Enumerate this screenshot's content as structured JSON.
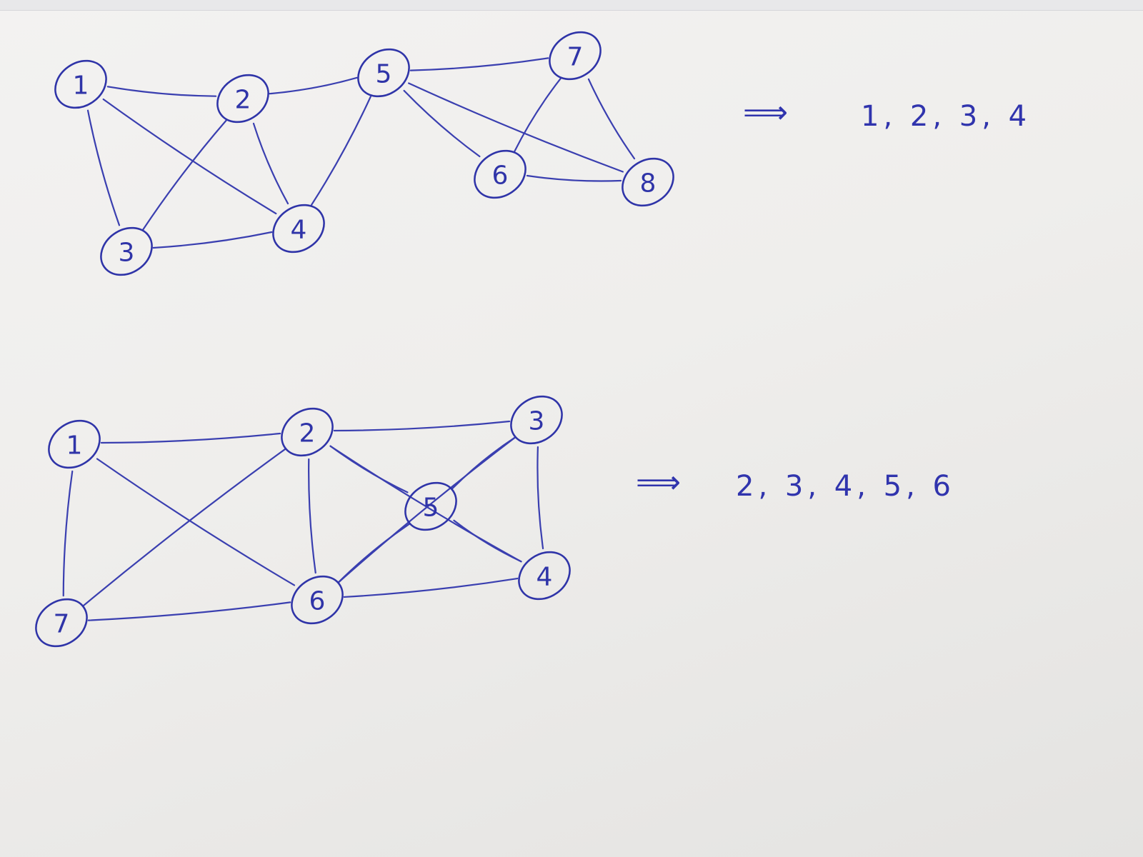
{
  "colors": {
    "ink": "#3034ad",
    "paper": "#f1f0ee"
  },
  "graphs": [
    {
      "name": "graph-top",
      "nodes": [
        {
          "id": "1",
          "label": "1"
        },
        {
          "id": "2",
          "label": "2"
        },
        {
          "id": "3",
          "label": "3"
        },
        {
          "id": "4",
          "label": "4"
        },
        {
          "id": "5",
          "label": "5"
        },
        {
          "id": "6",
          "label": "6"
        },
        {
          "id": "7",
          "label": "7"
        },
        {
          "id": "8",
          "label": "8"
        }
      ],
      "edges": [
        [
          "1",
          "2"
        ],
        [
          "1",
          "3"
        ],
        [
          "1",
          "4"
        ],
        [
          "2",
          "3"
        ],
        [
          "2",
          "4"
        ],
        [
          "3",
          "4"
        ],
        [
          "2",
          "5"
        ],
        [
          "4",
          "5"
        ],
        [
          "5",
          "7"
        ],
        [
          "5",
          "6"
        ],
        [
          "5",
          "8"
        ],
        [
          "7",
          "6"
        ],
        [
          "7",
          "8"
        ],
        [
          "6",
          "8"
        ]
      ],
      "arrow": "⟹",
      "result": "1, 2, 3, 4"
    },
    {
      "name": "graph-bottom",
      "nodes": [
        {
          "id": "1",
          "label": "1"
        },
        {
          "id": "2",
          "label": "2"
        },
        {
          "id": "3",
          "label": "3"
        },
        {
          "id": "4",
          "label": "4"
        },
        {
          "id": "5",
          "label": "5"
        },
        {
          "id": "6",
          "label": "6"
        },
        {
          "id": "7",
          "label": "7"
        }
      ],
      "edges": [
        [
          "1",
          "2"
        ],
        [
          "1",
          "7"
        ],
        [
          "1",
          "6"
        ],
        [
          "2",
          "7"
        ],
        [
          "2",
          "6"
        ],
        [
          "2",
          "3"
        ],
        [
          "2",
          "5"
        ],
        [
          "2",
          "4"
        ],
        [
          "3",
          "5"
        ],
        [
          "3",
          "6"
        ],
        [
          "3",
          "4"
        ],
        [
          "5",
          "6"
        ],
        [
          "5",
          "4"
        ],
        [
          "7",
          "6"
        ],
        [
          "6",
          "4"
        ]
      ],
      "arrow": "⟹",
      "result": "2, 3, 4, 5, 6"
    }
  ]
}
